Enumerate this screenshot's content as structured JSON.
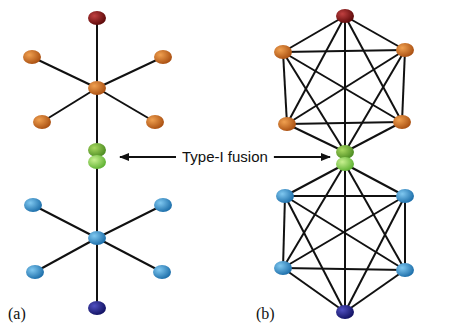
{
  "diagram": {
    "labels": [
      "Type-I fusion",
      "(a)",
      "(b)"
    ]
  }
}
